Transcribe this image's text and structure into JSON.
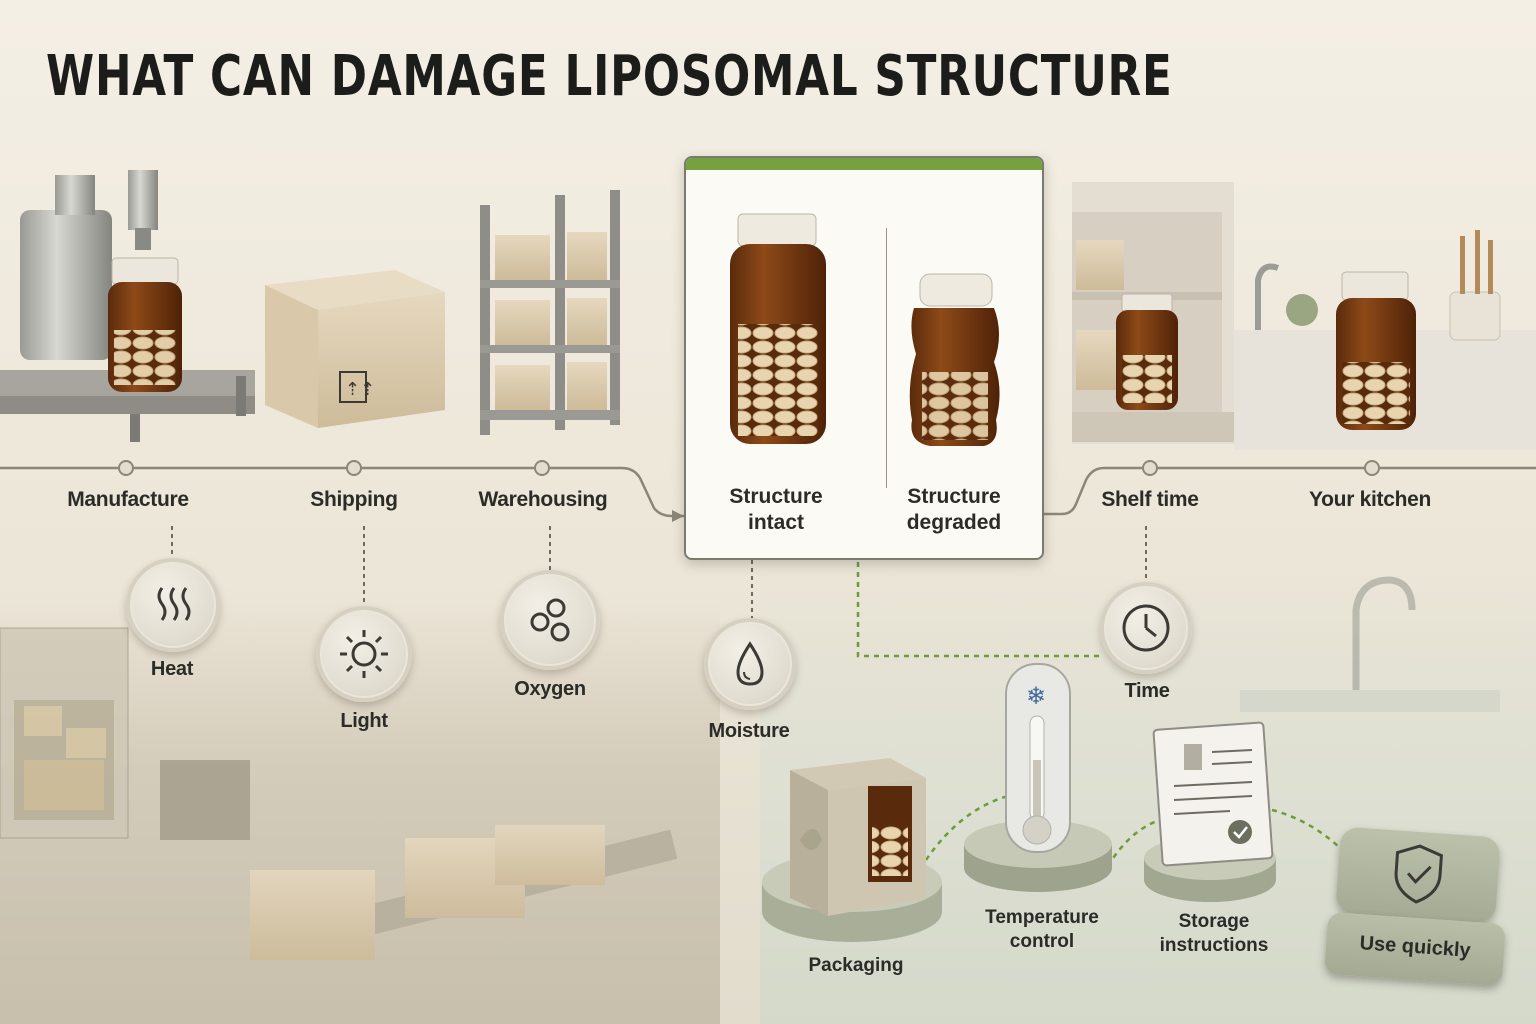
{
  "title": "WHAT CAN DAMAGE LIPOSOMAL STRUCTURE",
  "stages": [
    {
      "id": "manufacture",
      "label": "Manufacture"
    },
    {
      "id": "shipping",
      "label": "Shipping"
    },
    {
      "id": "warehousing",
      "label": "Warehousing"
    },
    {
      "id": "shelf-time",
      "label": "Shelf time"
    },
    {
      "id": "your-kitchen",
      "label": "Your kitchen"
    }
  ],
  "comparison": {
    "intact_label": "Structure intact",
    "degraded_label": "Structure degraded"
  },
  "factors": [
    {
      "id": "heat",
      "label": "Heat",
      "icon": "heat-waves-icon"
    },
    {
      "id": "light",
      "label": "Light",
      "icon": "sun-icon"
    },
    {
      "id": "oxygen",
      "label": "Oxygen",
      "icon": "bubbles-icon"
    },
    {
      "id": "moisture",
      "label": "Moisture",
      "icon": "water-drop-icon"
    },
    {
      "id": "time",
      "label": "Time",
      "icon": "clock-icon"
    }
  ],
  "protections": [
    {
      "id": "packaging",
      "label": "Packaging",
      "icon": "box-leaf-icon"
    },
    {
      "id": "temperature-control",
      "label": "Temperature control",
      "icon": "thermometer-snowflake-icon"
    },
    {
      "id": "storage-instructions",
      "label": "Storage instructions",
      "icon": "checklist-icon"
    },
    {
      "id": "use-quickly",
      "label": "Use quickly",
      "icon": "shield-check-icon"
    }
  ],
  "colors": {
    "accent_green": "#76a140",
    "amber_glass": "#7a3c12",
    "background": "#f1ece1",
    "line": "#8c8677"
  }
}
